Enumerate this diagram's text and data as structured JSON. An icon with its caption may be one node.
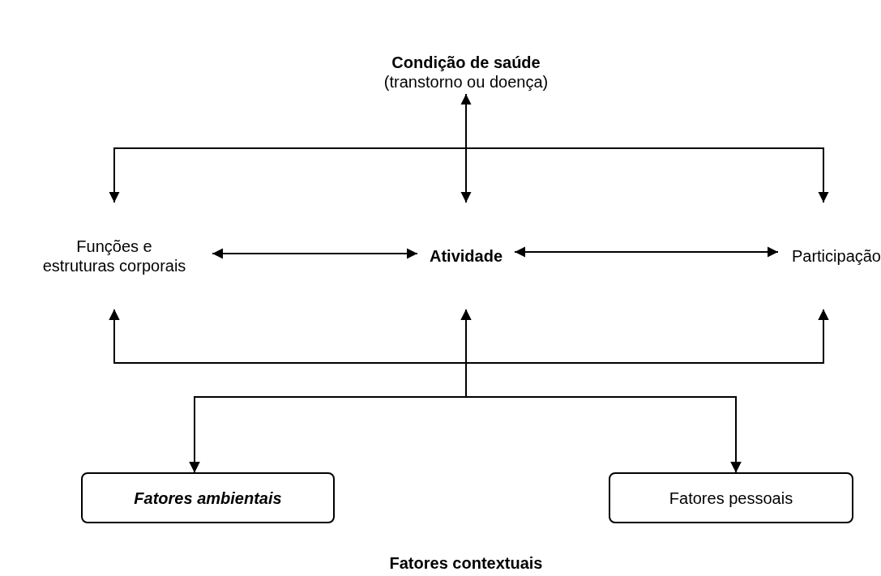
{
  "diagram": {
    "nodes": [
      {
        "text": [
          "Condição de saúde",
          "(transtorno ou doença)"
        ]
      },
      {
        "text": [
          "Funções e estruturas corporais"
        ]
      },
      {
        "text": [
          "Atividade"
        ]
      },
      {
        "text": [
          "Participação"
        ]
      },
      {
        "text": [
          "Fatores ambientais"
        ]
      },
      {
        "text": [
          "Fatores pessoais"
        ]
      }
    ],
    "edges": [
      {
        "from": 0,
        "to": 2,
        "arrow": "both"
      },
      {
        "from": 0,
        "to": 1,
        "arrow": "to"
      },
      {
        "from": 0,
        "to": 3,
        "arrow": "to"
      },
      {
        "from": 1,
        "to": 2,
        "arrow": "both"
      },
      {
        "from": 2,
        "to": 3,
        "arrow": "both"
      },
      {
        "from": 4,
        "to": 1,
        "arrow": "both"
      },
      {
        "from": 4,
        "to": 2,
        "arrow": "both"
      },
      {
        "from": 4,
        "to": 3,
        "arrow": "both"
      },
      {
        "from": 5,
        "to": 1,
        "arrow": "both"
      },
      {
        "from": 5,
        "to": 2,
        "arrow": "both"
      },
      {
        "from": 5,
        "to": 3,
        "arrow": "both"
      }
    ],
    "labels": [
      "Fatores contextuais"
    ]
  }
}
